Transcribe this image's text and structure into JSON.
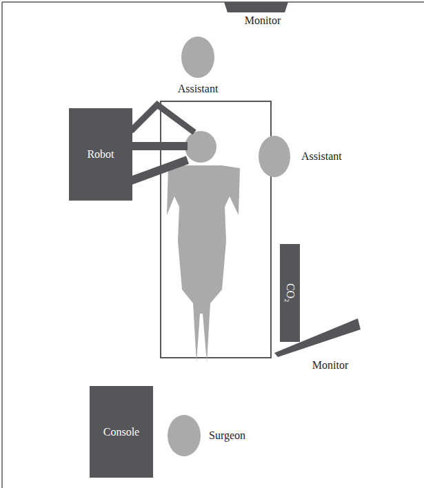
{
  "diagram": {
    "nodes": [
      {
        "text": [
          "Monitor"
        ]
      },
      {
        "text": [
          "Assistant"
        ]
      },
      {
        "text": [
          "Robot"
        ]
      },
      {
        "text": [
          "Assistant"
        ]
      },
      {
        "text": [
          "CO₂"
        ]
      },
      {
        "text": [
          "Monitor"
        ]
      },
      {
        "text": [
          "Console"
        ]
      },
      {
        "text": [
          "Surgeon"
        ]
      }
    ]
  }
}
